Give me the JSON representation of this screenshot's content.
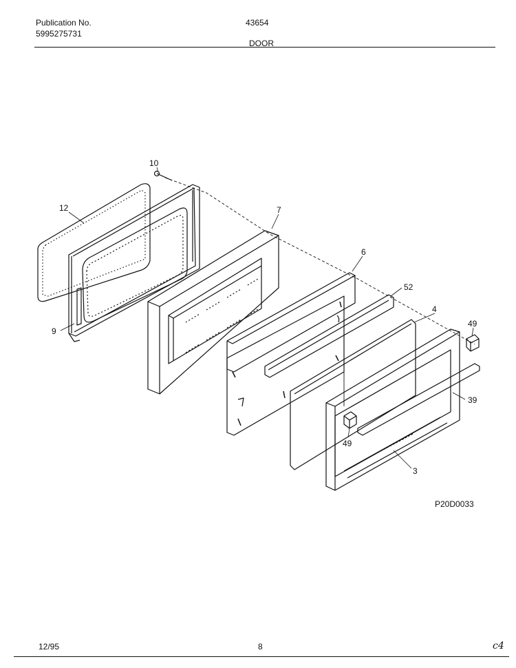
{
  "header": {
    "publication_label": "Publication No.",
    "publication_number": "5995275731",
    "model": "43654",
    "section": "DOOR"
  },
  "diagram": {
    "part_callouts": [
      "10",
      "12",
      "7",
      "6",
      "52",
      "4",
      "49",
      "39",
      "9",
      "49",
      "3"
    ],
    "figure_code": "P20D0033"
  },
  "footer": {
    "date": "12/95",
    "page_number": "8",
    "handwritten_mark": "c4"
  }
}
